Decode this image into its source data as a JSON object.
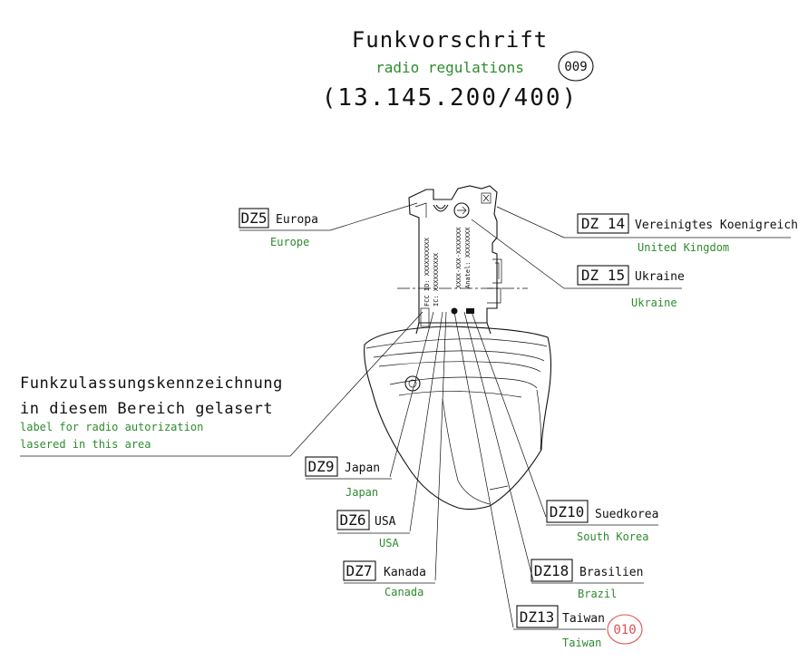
{
  "title": {
    "german": "Funkvorschrift",
    "english": "radio regulations",
    "number": "(13.145.200/400)",
    "ref": "009"
  },
  "note": {
    "german_line1": "Funkzulassungskennzeichnung",
    "german_line2": "in diesem Bereich gelasert",
    "english_line1": "label for radio autorization",
    "english_line2": "lasered in this area"
  },
  "zones": [
    {
      "code": "DZ5",
      "country_de": "Europa",
      "country_en": "Europe"
    },
    {
      "code": "DZ 14",
      "country_de": "Vereinigtes Koenigreich",
      "country_en": "United Kingdom"
    },
    {
      "code": "DZ 15",
      "country_de": "Ukraine",
      "country_en": "Ukraine"
    },
    {
      "code": "DZ9",
      "country_de": "Japan",
      "country_en": "Japan"
    },
    {
      "code": "DZ6",
      "country_de": "USA",
      "country_en": "USA"
    },
    {
      "code": "DZ7",
      "country_de": "Kanada",
      "country_en": "Canada"
    },
    {
      "code": "DZ10",
      "country_de": "Suedkorea",
      "country_en": "South Korea"
    },
    {
      "code": "DZ18",
      "country_de": "Brasilien",
      "country_en": "Brazil"
    },
    {
      "code": "DZ13",
      "country_de": "Taiwan",
      "country_en": "Taiwan"
    }
  ],
  "label_text": {
    "fcc": "FCC ID: XXXXXXXXXX",
    "ic": "IC: XXXXXXXXXX",
    "line3": "XXXX-XXX-XXXXXXX",
    "anatel": "Anatel: XXXXXXXX"
  },
  "ref_marker": "010",
  "colors": {
    "ink": "#111111",
    "english": "#2e8b2e",
    "marker": "#e0504f"
  }
}
